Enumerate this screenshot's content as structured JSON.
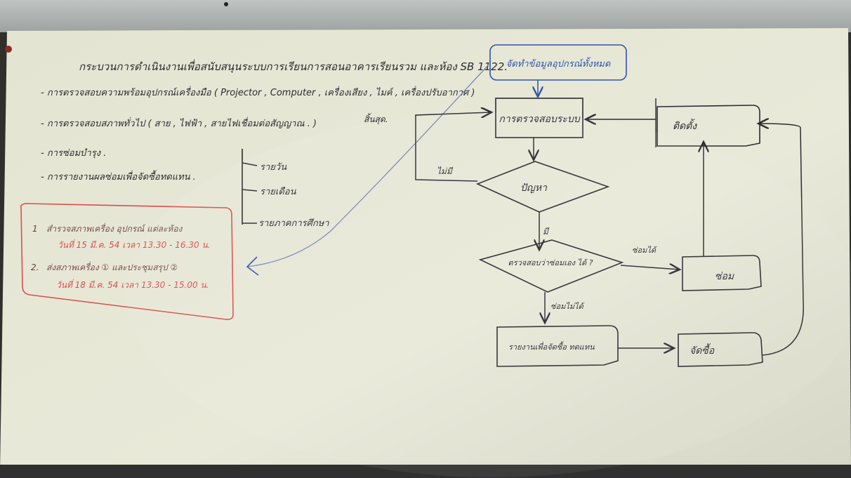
{
  "board": {
    "title": "กระบวนการดำเนินงานเพื่อสนับสนุนระบบการเรียนการสอนอาคารเรียนรวม และห้อง SB 1122.",
    "bullets": [
      "- การตรวจสอบความพร้อมอุปกรณ์เครื่องมือ ( Projector , Computer , เครื่องเสียง , ไมค์ , เครื่องปรับอากาศ )",
      "- การตรวจสอบสภาพทั่วไป ( สาย , ไฟฟ้า , สายไฟเชื่อมต่อสัญญาณ . )",
      "- การซ่อมบำรุง .",
      "- การรายงานผลซ่อมเพื่อจัดซื้อทดแทน ."
    ],
    "side_note": "สิ้นสุด.",
    "report_types": [
      "รายวัน",
      "รายเดือน",
      "รายภาคการศึกษา"
    ],
    "box_items": [
      {
        "num": "1",
        "text": "สำรวจสภาพเครื่อง อุปกรณ์ แต่ละห้อง",
        "date": "วันที่ 15 มี.ค. 54 เวลา 13.30 - 16.30 น."
      },
      {
        "num": "2.",
        "text": "ส่งสภาพเครื่อง ① และประชุมสรุป ②",
        "date": "วันที่ 18 มี.ค. 54 เวลา 13.30 - 15.00 น."
      }
    ]
  },
  "flow": {
    "start": "จัดทำข้อมูลอุปกรณ์ทั้งหมด",
    "check": "การตรวจสอบระบบ",
    "problem": "ปัญหา",
    "decision": "ตรวจสอบว่าซ่อมเอง ได้ ?",
    "repair": "ซ่อม",
    "report": "รายงานเพื่อจัดซื้อ ทดแทน",
    "procure": "จัดซื้อ",
    "deliver": "ติดตั้ง",
    "label_no_problem": "ไม่มี",
    "label_yes_problem": "มี",
    "label_can": "ซ่อมได้",
    "label_cannot": "ซ่อมไม่ได้"
  },
  "colors": {
    "ink_black": "#2b2b33",
    "ink_red": "#d8504c",
    "ink_blue": "#2f54a8",
    "board": "#e8e8d6"
  }
}
